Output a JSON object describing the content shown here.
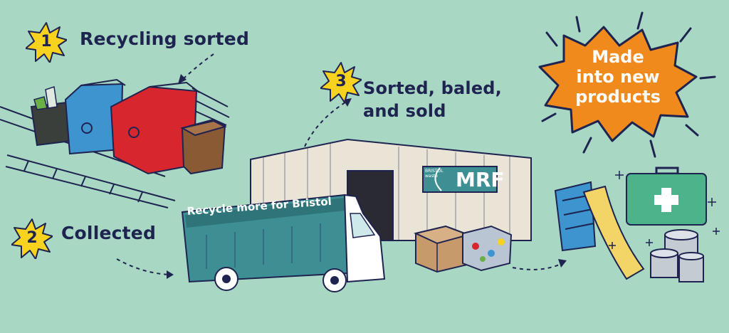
{
  "steps": [
    {
      "number": "1",
      "label": "Recycling sorted"
    },
    {
      "number": "2",
      "label": "Collected"
    },
    {
      "number": "3",
      "label_line1": "Sorted, baled,",
      "label_line2": "and sold"
    }
  ],
  "final": {
    "line1": "Made",
    "line2": "into new",
    "line3": "products"
  },
  "truck": {
    "banner": "Recycle more for Bristol"
  },
  "facility": {
    "sign": "MRF",
    "logo_line1": "BRISTOL",
    "logo_line2": "waste"
  },
  "colors": {
    "background": "#a8d8c4",
    "navy": "#1e2350",
    "star_yellow": "#f7d21e",
    "burst_orange": "#f08a1c",
    "bin_blue": "#3d94cf",
    "bin_red": "#d8262e",
    "bin_black": "#3a3f3b",
    "bin_brown": "#8a5a35",
    "truck_teal": "#3e8f94",
    "slide_yellow": "#f3d567",
    "first_aid_green": "#4db38a"
  },
  "icons": [
    "star-badge-icon",
    "dashed-arrow-icon",
    "sparkle-icon",
    "first-aid-cross-icon"
  ]
}
